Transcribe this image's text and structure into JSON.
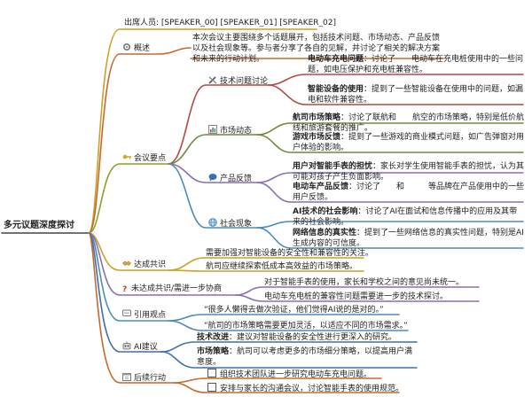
{
  "root": "多元议题深度探讨",
  "attendees": "出席人员: [SPEAKER_00] [SPEAKER_01] [SPEAKER_02]",
  "overview": {
    "label": "概述",
    "text": "本次会议主要围绕多个话题展开，包括技术问题、市场动态、产品反馈以及社会现象等。参与者分享了各自的见解，并讨论了相关的解决方案和未来的行动计划。"
  },
  "key_points": {
    "label": "会议要点",
    "tech": {
      "label": "技术问题讨论",
      "items": [
        {
          "title": "电动车充电问题",
          "text": "：讨论了　　电动车在充电桩使用中的一些问题，如电压保护和充电桩兼容性。"
        },
        {
          "title": "智能设备的使用",
          "text": "：提到了一些智能设备在使用中的问题，如漏电和软件兼容性。"
        }
      ]
    },
    "market": {
      "label": "市场动态",
      "items": [
        {
          "title": "航司市场策略",
          "text": "：讨论了联航和　　航空的市场策略，特别是低价航线和旅游套餐的推广。"
        },
        {
          "title": "游戏市场反馈",
          "text": "：提到了一些游戏的商业模式问题，如广告弹窗对用户体验的影响。"
        }
      ]
    },
    "product": {
      "label": "产品反馈",
      "items": [
        {
          "title": "用户对智能手表的担忧",
          "text": "：家长对学生使用智能手表的担忧，认为其可能对孩子产生负面影响。"
        },
        {
          "title": "电动车产品反馈",
          "text": "：讨论了　　和　　　等品牌在产品使用中的一些用户反馈。"
        }
      ]
    },
    "social": {
      "label": "社会现象",
      "items": [
        {
          "title": "AI技术的社会影响",
          "text": "：讨论了AI在面试和信息传播中的应用及其带来的社会影响。"
        },
        {
          "title": "网络信息的真实性",
          "text": "：提到了一些网络信息的真实性问题，特别是AI生成内容的可信度。"
        }
      ]
    }
  },
  "consensus": {
    "label": "达成共识",
    "items": [
      "需要加强对智能设备的安全性和兼容性的关注。",
      "航司应继续探索低成本高效益的市场策略。"
    ]
  },
  "pending": {
    "label": "未达成共识/需进一步协商",
    "items": [
      "对于智能手表的使用，家长和学校之间的意见尚未统一。",
      "电动车充电桩的兼容性问题需要进一步的技术探讨。"
    ]
  },
  "quotes": {
    "label": "引用观点",
    "items": [
      "“很多人懒得去做次验证，他们觉得AI说的是对的。”",
      "“航司的市场策略需要更加灵活，以适应不同的市场需求。”"
    ]
  },
  "ai_suggestions": {
    "label": "AI建议",
    "items": [
      {
        "title": "技术改进",
        "text": "：建议对智能设备的安全性进行更深入的研究。"
      },
      {
        "title": "市场策略",
        "text": "：航司可以考虑更多的市场细分策略，以提高用户满意度。"
      }
    ]
  },
  "follow_up": {
    "label": "后续行动",
    "items": [
      "组织技术团队进一步研究电动车充电问题。",
      "安排与家长的沟通会议，讨论智能手表的使用规范。"
    ]
  },
  "colors": {
    "attendees": "#c9a227",
    "overview": "#c46a2f",
    "key_points": "#8aa12b",
    "tech": "#b24a45",
    "market": "#6f8a3c",
    "product": "#8a6fb3",
    "social": "#4e8bb8",
    "consensus": "#c9a227",
    "pending": "#8b6fb0",
    "quotes": "#4e8bb8",
    "ai": "#3f6fb0",
    "follow": "#c46a2f",
    "root": "#444444"
  }
}
